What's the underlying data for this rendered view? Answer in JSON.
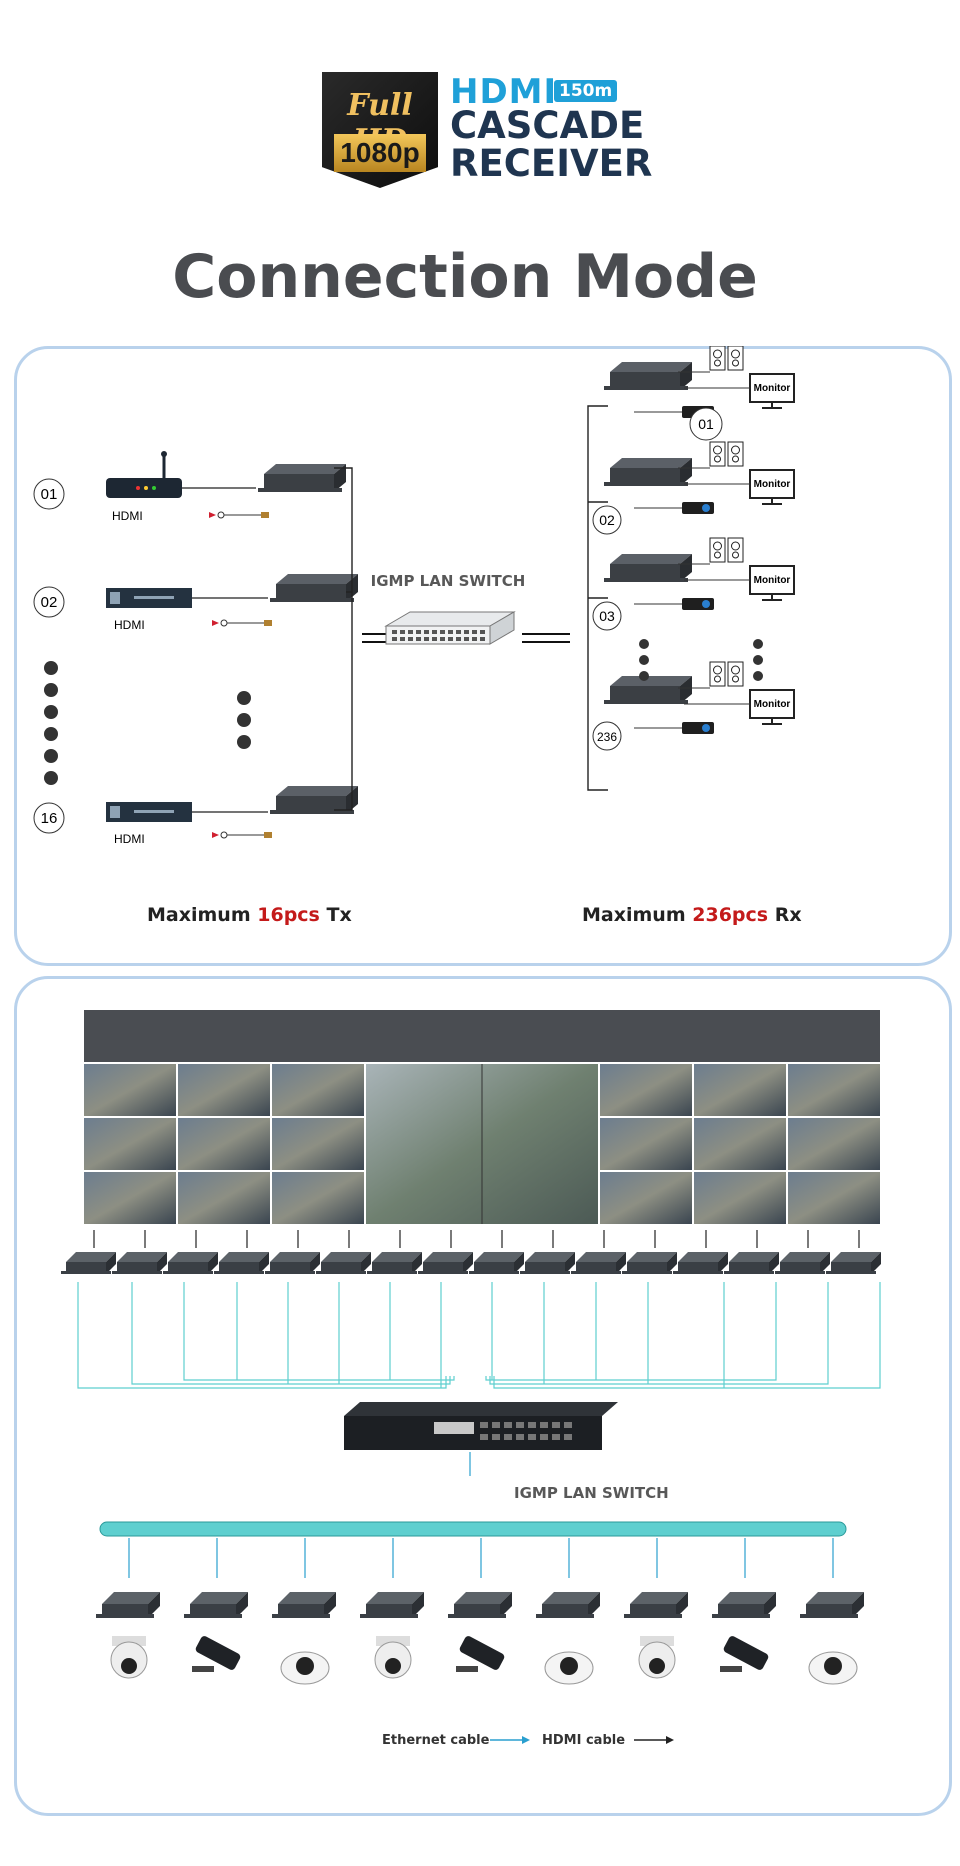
{
  "header": {
    "badge_full": "Full HD",
    "badge_res": "1080p",
    "product_line1": "HDMI",
    "distance": "150m",
    "product_line2": "CASCADE",
    "product_line3": "RECEIVER"
  },
  "title": "Connection Mode",
  "diagram1": {
    "tx_numbers": [
      "01",
      "02",
      "16"
    ],
    "source_label": "HDMI",
    "rx_numbers": [
      "01",
      "02",
      "03",
      "236"
    ],
    "monitor_label": "Monitor",
    "switch_label": "IGMP LAN SWITCH",
    "tx_caption": {
      "prefix": "Maximum",
      "count": "16pcs",
      "suffix": "Tx"
    },
    "rx_caption": {
      "prefix": "Maximum",
      "count": "236pcs",
      "suffix": "Rx"
    }
  },
  "diagram2": {
    "switch_label": "IGMP LAN SWITCH",
    "legend": {
      "ethernet": "Ethernet cable",
      "hdmi": "HDMI cable"
    }
  },
  "colors": {
    "accent_blue": "#1fa0d8",
    "cable_teal": "#5ecfcf",
    "panel_border": "#b9d2ec",
    "red": "#c41a1a"
  }
}
